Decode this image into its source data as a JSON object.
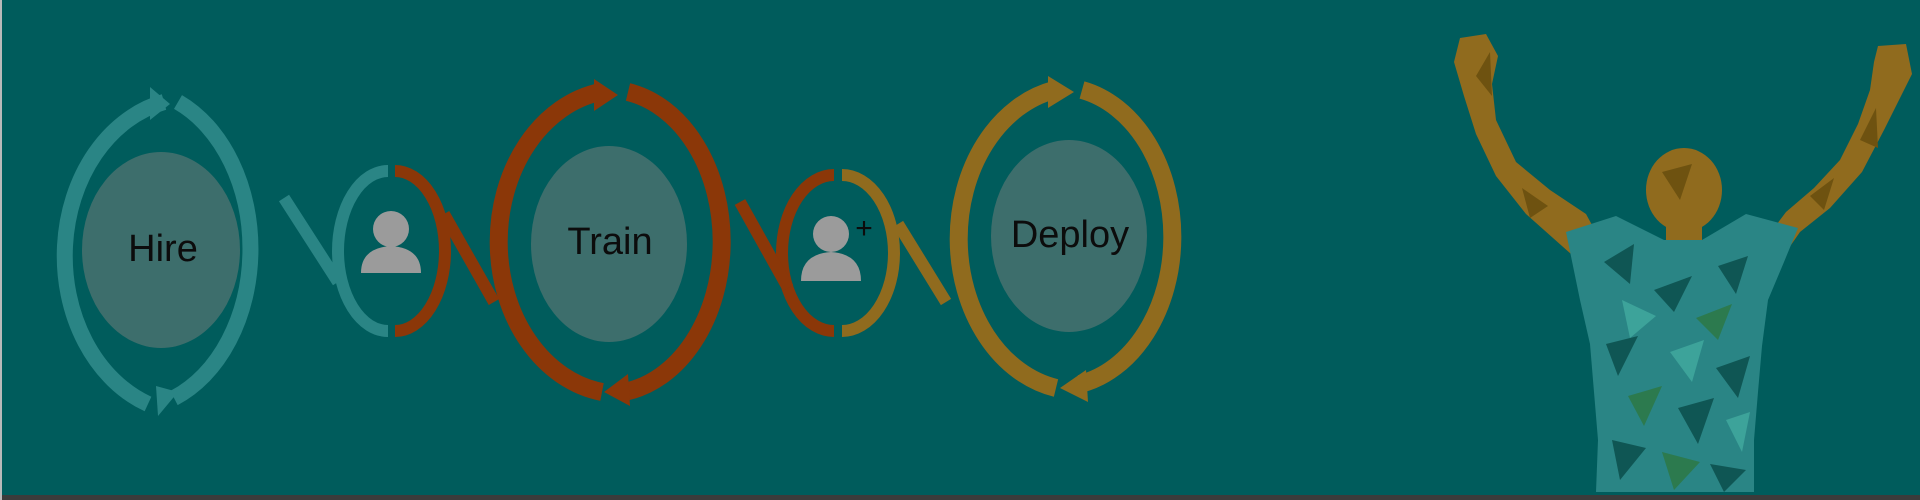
{
  "colors": {
    "background": "#005c5c",
    "teal": "#2a8585",
    "rust": "#8b3708",
    "gold": "#906b1e",
    "label_oval": "#3d6e6c",
    "person": "#9b9b9b",
    "label_text": "#0c0c0c"
  },
  "stages": [
    {
      "label": "Hire"
    },
    {
      "label": "Train"
    },
    {
      "label": "Deploy"
    }
  ],
  "connectors": [
    {
      "icon": "person-icon"
    },
    {
      "icon": "person-plus-icon",
      "badge": "+"
    }
  ],
  "illustration": {
    "icon": "celebrating-person-icon"
  }
}
